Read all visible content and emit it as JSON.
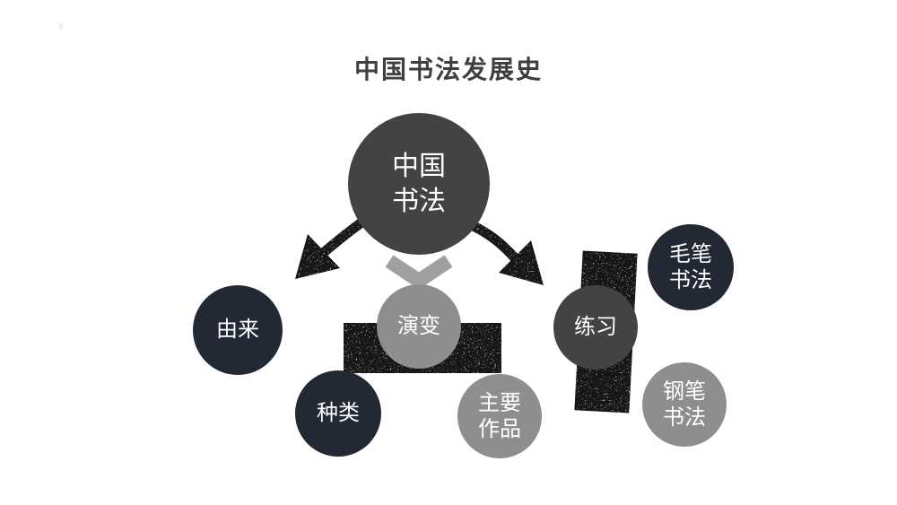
{
  "title": "中国书法发展史",
  "diagram": {
    "type": "mindmap",
    "center": {
      "label": "中国\n书法"
    },
    "nodes": {
      "origin": {
        "label": "由来"
      },
      "evolution": {
        "label": "演变"
      },
      "types": {
        "label": "种类"
      },
      "major_works": {
        "label": "主要\n作品"
      },
      "practice": {
        "label": "练习"
      },
      "brush_calligraphy": {
        "label": "毛笔\n书法"
      },
      "pen_calligraphy": {
        "label": "钢笔\n书法"
      }
    },
    "connectors": [
      "curved-arrow-down-left",
      "curved-arrow-down-right",
      "chevron-down-arrow",
      "textured-bar-horizontal",
      "textured-bar-vertical"
    ]
  },
  "colors": {
    "background": "#ffffff",
    "dark_navy_node": "#222834",
    "dark_gray_node": "#434343",
    "gray_node": "#8e8e8e",
    "texture_ink": "#141414",
    "chevron_gray": "#a0a0a0",
    "title_text": "#3f3f3f",
    "node_text": "#ffffff"
  }
}
